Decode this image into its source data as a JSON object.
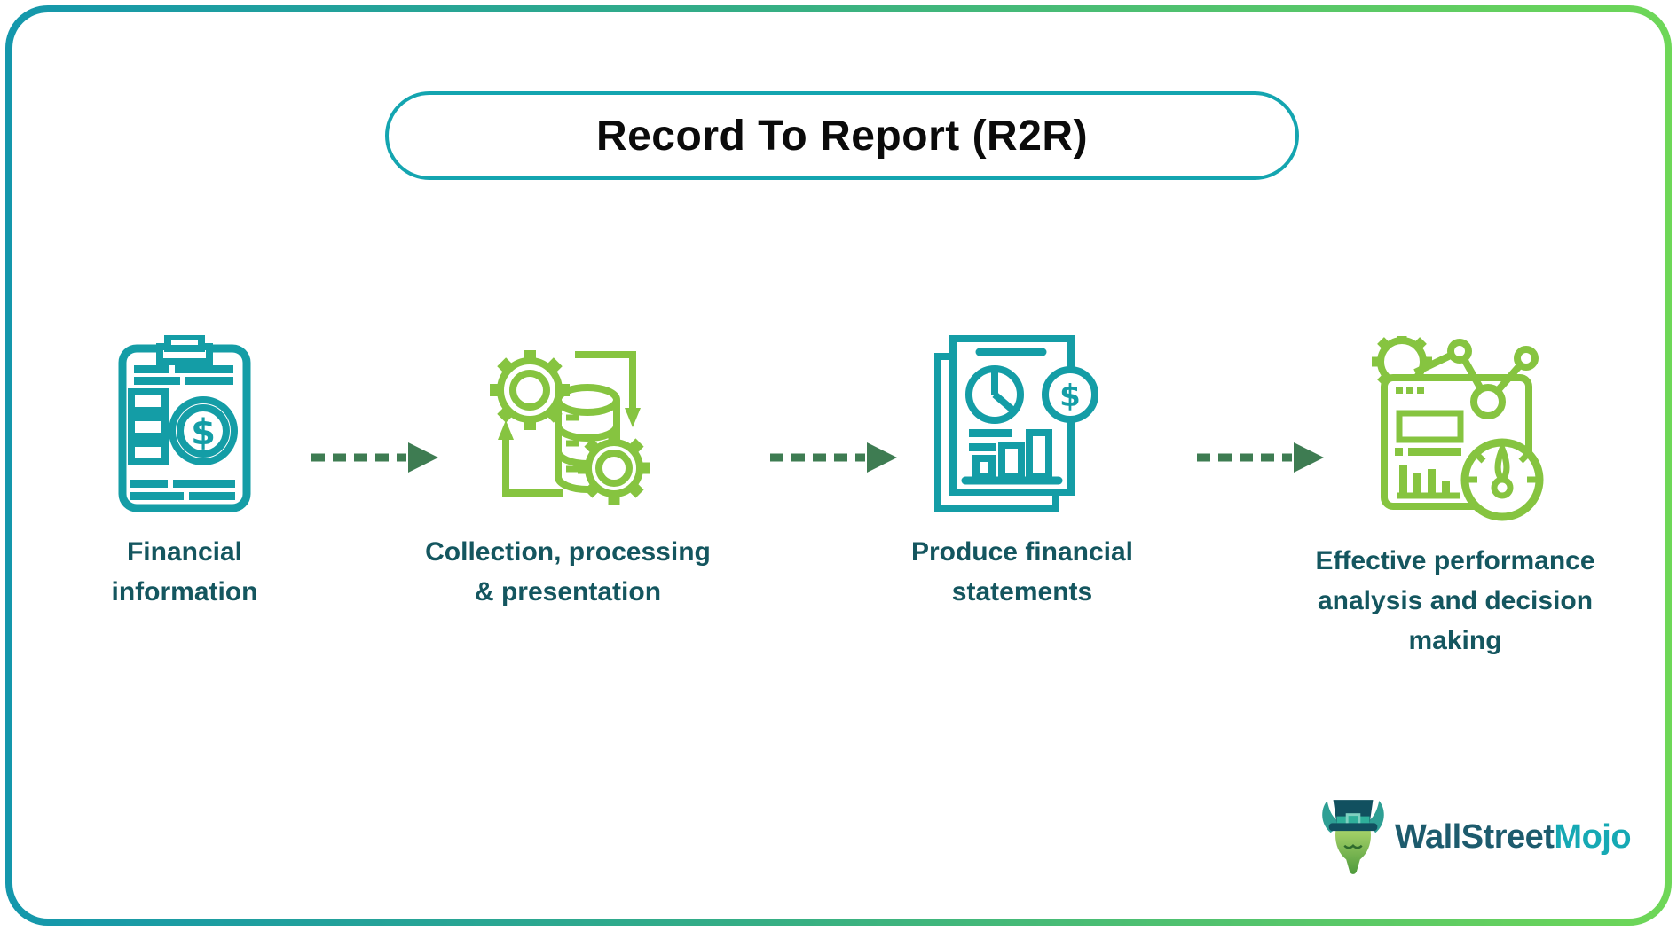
{
  "title": {
    "text": "Record To Report (R2R)"
  },
  "steps": [
    {
      "icon": "clipboard-dollar-icon",
      "lines": [
        "Financial",
        "information"
      ]
    },
    {
      "icon": "gears-database-icon",
      "lines": [
        "Collection, processing",
        "& presentation"
      ]
    },
    {
      "icon": "financial-statements-icon",
      "lines": [
        "Produce financial",
        "statements"
      ]
    },
    {
      "icon": "performance-dashboard-icon",
      "lines": [
        "Effective performance",
        "analysis and decision",
        "making"
      ]
    }
  ],
  "connectors": {
    "style": "dashed-arrow",
    "count": 3
  },
  "logo": {
    "text_primary": "WallStreet",
    "text_accent": "Mojo"
  },
  "colors": {
    "teal_icon": "#149DA6",
    "green_icon": "#86C440",
    "arrow_green": "#3E7C52",
    "label_text": "#14565F",
    "title_border": "#14A5B0",
    "border_gradient_start": "#1497AC",
    "border_gradient_end": "#6ED757",
    "logo_primary": "#1D5B6D",
    "logo_accent": "#16A9B4"
  }
}
